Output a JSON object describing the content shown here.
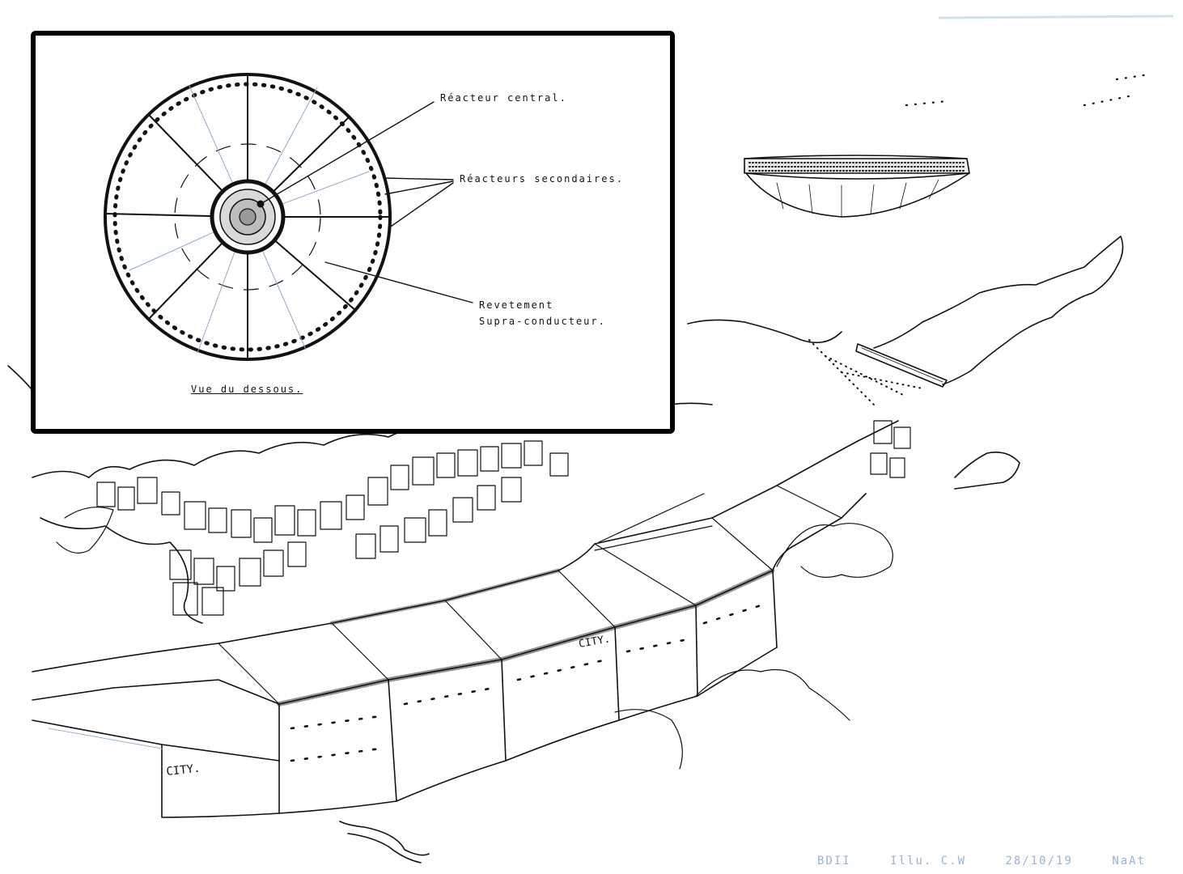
{
  "inset": {
    "labels": {
      "central_reactor": "Réacteur central.",
      "secondary_reactors": "Réacteurs secondaires.",
      "coating_line1": "Revetement",
      "coating_line2": "Supra-conducteur.",
      "view_title": "Vue du dessous."
    }
  },
  "scene": {
    "wall_sign_upper": "CITY.",
    "wall_sign_lower": "CITY."
  },
  "footer": {
    "note1": "BDII",
    "note2": "Illu. C.W",
    "date": "28/10/19",
    "signature": "NaAt"
  },
  "colors": {
    "ink": "#111111",
    "blue_pencil": "#9ab3cf",
    "frame": "#000000"
  }
}
